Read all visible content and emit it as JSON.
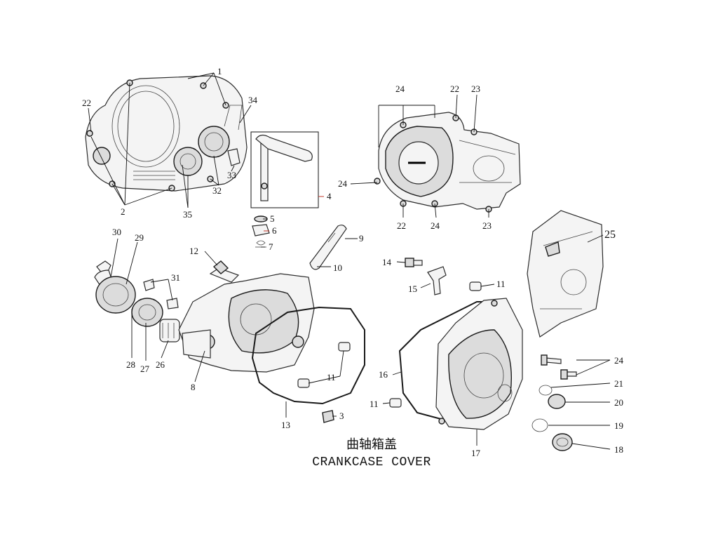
{
  "title": {
    "chinese": "曲轴箱盖",
    "english": "CRANKCASE COVER"
  },
  "callouts": {
    "c1": "1",
    "c2": "2",
    "c3": "3",
    "c4": "4",
    "c5": "5",
    "c6": "6",
    "c7": "7",
    "c8": "8",
    "c9": "9",
    "c10": "10",
    "c11a": "11",
    "c11b": "11",
    "c11c": "11",
    "c12": "12",
    "c13": "13",
    "c14": "14",
    "c15": "15",
    "c16": "16",
    "c17": "17",
    "c18": "18",
    "c19": "19",
    "c20": "20",
    "c21": "21",
    "c22a": "22",
    "c22b": "22",
    "c22c": "22",
    "c23a": "23",
    "c23b": "23",
    "c24a": "24",
    "c24b": "24",
    "c24c": "24",
    "c24d": "24",
    "c25": "25",
    "c26": "26",
    "c27": "27",
    "c28": "28",
    "c29": "29",
    "c30": "30",
    "c31": "31",
    "c32": "32",
    "c33": "33",
    "c34": "34",
    "c35": "35"
  }
}
